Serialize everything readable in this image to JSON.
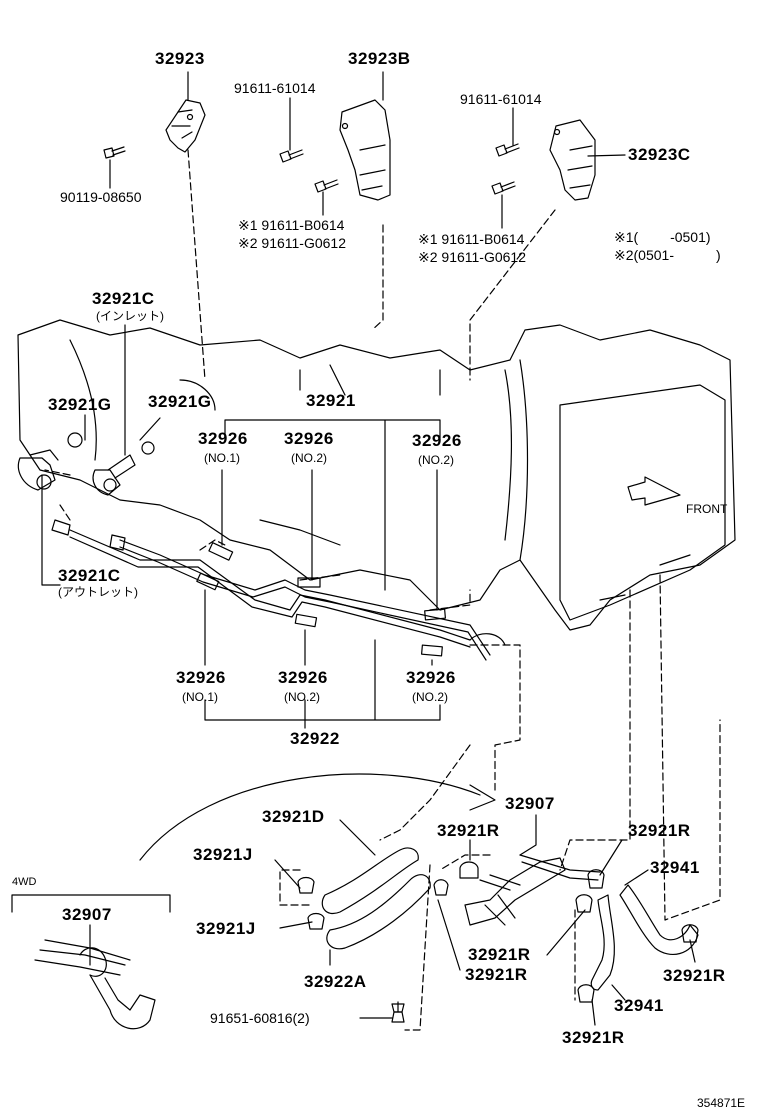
{
  "labels": {
    "p32923": "32923",
    "p32923b": "32923B",
    "p91611_61014_a": "91611-61014",
    "p91611_61014_b": "91611-61014",
    "p32923c": "32923C",
    "p90119": "90119-08650",
    "note1a": "※1 91611-B0614",
    "note2a": "※2 91611-G0612",
    "note1b": "※1 91611-B0614",
    "note2b": "※2 91611-G0612",
    "serial1": "※1(　　 -0501)",
    "serial2": "※2(0501-　　　)",
    "p32921c_top": "32921C",
    "inlet": "(インレット)",
    "p32921g_a": "32921G",
    "p32921g_b": "32921G",
    "p32921": "32921",
    "p32926_1": "32926",
    "no1_1": "(NO.1)",
    "p32926_2": "32926",
    "no2_2": "(NO.2)",
    "p32926_3": "32926",
    "no2_3": "(NO.2)",
    "front": "FRONT",
    "p32921c_bot": "32921C",
    "outlet": "(アウトレット)",
    "p32926_4": "32926",
    "no1_4": "(NO.1)",
    "p32926_5": "32926",
    "no2_5": "(NO.2)",
    "p32926_6": "32926",
    "no2_6": "(NO.2)",
    "p32922": "32922",
    "p32907": "32907",
    "p32921d": "32921D",
    "p32921r_1": "32921R",
    "p32921r_2": "32921R",
    "p32941_1": "32941",
    "p32921j_1": "32921J",
    "fourwd": "4WD",
    "p32907_4wd": "32907",
    "p32921j_2": "32921J",
    "p32921r_3": "32921R",
    "p32922a": "32922A",
    "p32921r_4": "32921R",
    "p32921r_5": "32921R",
    "p32941_2": "32941",
    "p91651": "91651-60816(2)",
    "p32921r_6": "32921R",
    "code": "354871E"
  }
}
